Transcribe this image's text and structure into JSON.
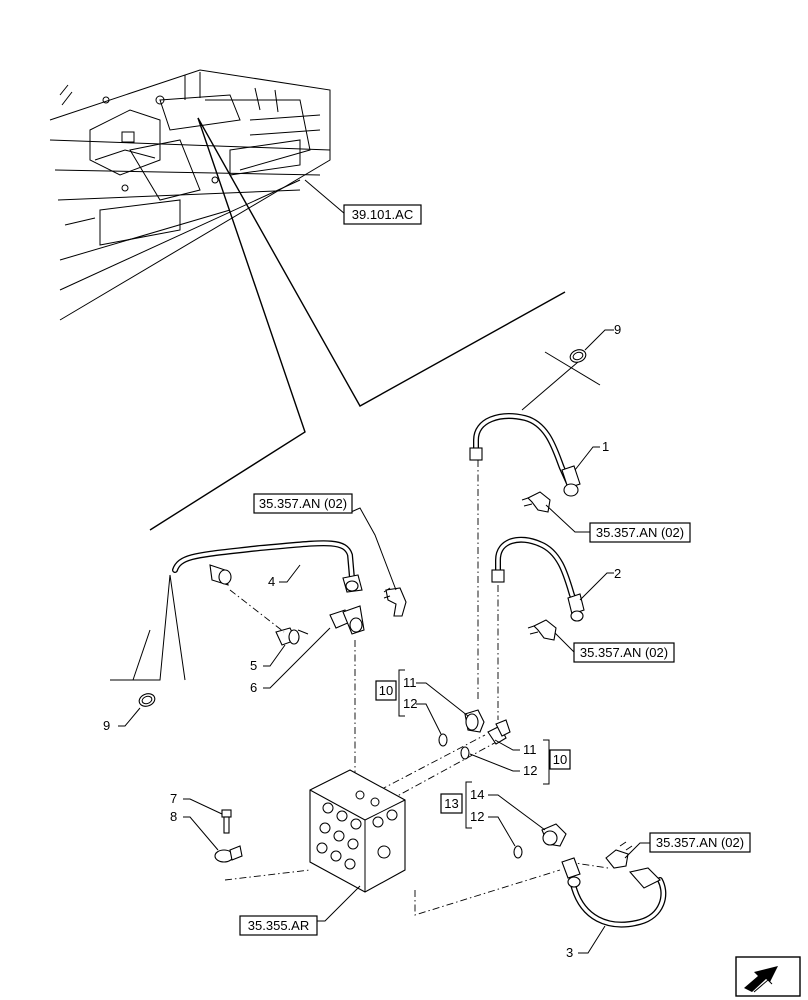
{
  "callouts": {
    "c1": "1",
    "c2": "2",
    "c3": "3",
    "c4": "4",
    "c5": "5",
    "c6": "6",
    "c7": "7",
    "c8": "8",
    "c9_top": "9",
    "c9_left": "9",
    "c10_left": "10",
    "c11_left": "11",
    "c12_left": "12",
    "c11_right": "11",
    "c12_right": "12",
    "c10_right": "10",
    "c13": "13",
    "c14": "14",
    "c12_bottom": "12"
  },
  "references": {
    "ref_frame": "39.101.AC",
    "ref_hose4": "35.357.AN (02)",
    "ref_hose1": "35.357.AN (02)",
    "ref_hose2": "35.357.AN (02)",
    "ref_hose3": "35.357.AN (02)",
    "ref_block": "35.355.AR"
  },
  "icons": {
    "orientation": "direction-arrow-icon"
  }
}
